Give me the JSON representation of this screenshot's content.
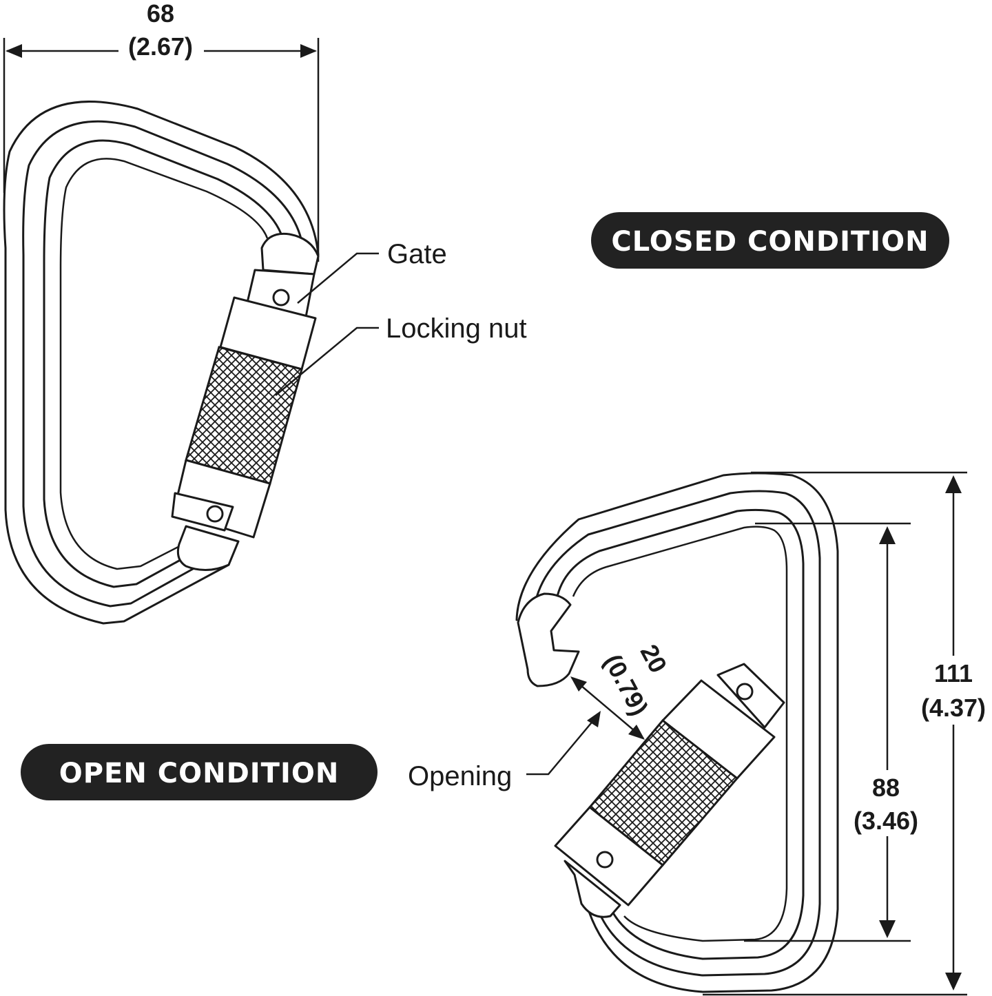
{
  "dimensions": {
    "width_mm": "68",
    "width_in": "(2.67)",
    "opening_mm": "20",
    "opening_in": "(0.79)",
    "height_mm": "111",
    "height_in": "(4.37)",
    "inner_height_mm": "88",
    "inner_height_in": "(3.46)"
  },
  "callouts": {
    "gate": "Gate",
    "locking_nut": "Locking nut",
    "opening": "Opening"
  },
  "badges": {
    "closed": "CLOSED CONDITION",
    "open": "OPEN CONDITION"
  },
  "colors": {
    "line": "#1a1a1a",
    "badge_fill": "#222222",
    "badge_text": "#ffffff"
  }
}
